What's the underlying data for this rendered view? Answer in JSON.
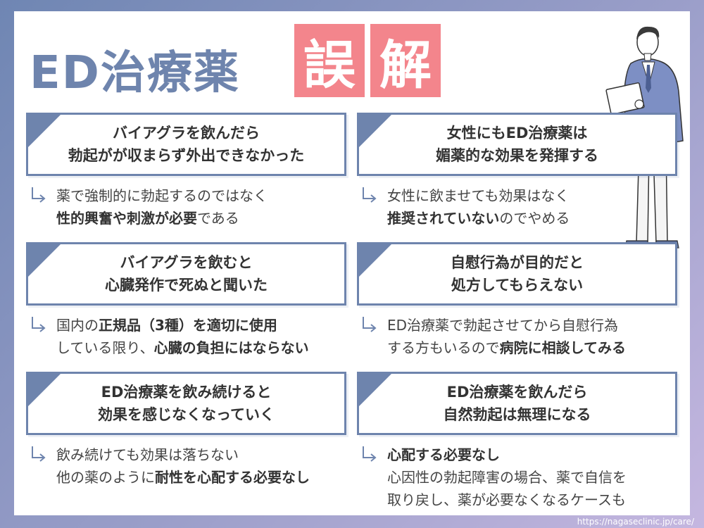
{
  "title": {
    "main": "ED治療薬",
    "box1": "誤",
    "box2": "解"
  },
  "items": [
    {
      "myth": [
        "バイアグラを飲んだら",
        "勃起がが収まらず外出できなかった"
      ],
      "answer": [
        [
          {
            "t": "薬で強制的に勃起するのではなく",
            "b": false
          }
        ],
        [
          {
            "t": "性的興奮や刺激が必要",
            "b": true
          },
          {
            "t": "である",
            "b": false
          }
        ]
      ]
    },
    {
      "myth": [
        "女性にもED治療薬は",
        "媚薬的な効果を発揮する"
      ],
      "answer": [
        [
          {
            "t": "女性に飲ませても効果はなく",
            "b": false
          }
        ],
        [
          {
            "t": "推奨されていない",
            "b": true
          },
          {
            "t": "のでやめる",
            "b": false
          }
        ]
      ]
    },
    {
      "myth": [
        "バイアグラを飲むと",
        "心臓発作で死ぬと聞いた"
      ],
      "answer": [
        [
          {
            "t": "国内の",
            "b": false
          },
          {
            "t": "正規品（3種）を適切に使用",
            "b": true
          }
        ],
        [
          {
            "t": "している限り、",
            "b": false
          },
          {
            "t": "心臓の負担にはならない",
            "b": true
          }
        ]
      ]
    },
    {
      "myth": [
        "自慰行為が目的だと",
        "処方してもらえない"
      ],
      "answer": [
        [
          {
            "t": "ED治療薬で勃起させてから自慰行為",
            "b": false
          }
        ],
        [
          {
            "t": "する方もいるので",
            "b": false
          },
          {
            "t": "病院に相談してみる",
            "b": true
          }
        ]
      ]
    },
    {
      "myth": [
        "ED治療薬を飲み続けると",
        "効果を感じなくなっていく"
      ],
      "answer": [
        [
          {
            "t": "飲み続けても効果は落ちない",
            "b": false
          }
        ],
        [
          {
            "t": "他の薬のように",
            "b": false
          },
          {
            "t": "耐性を心配する必要なし",
            "b": true
          }
        ]
      ]
    },
    {
      "myth": [
        "ED治療薬を飲んだら",
        "自然勃起は無理になる"
      ],
      "answer": [
        [
          {
            "t": "心配する必要なし",
            "b": true
          }
        ],
        [
          {
            "t": "心因性の勃起障害の場合、薬で自信を",
            "b": false
          }
        ],
        [
          {
            "t": "取り戻し、薬が必要なくなるケースも",
            "b": false
          }
        ]
      ]
    }
  ],
  "url": "https://nagaseclinic.jp/care/",
  "colors": {
    "accent": "#6e84ad",
    "highlight": "#f3858c"
  },
  "icons": {
    "answer": "return-arrow-icon",
    "illustration": "businessman-with-clipboard"
  }
}
